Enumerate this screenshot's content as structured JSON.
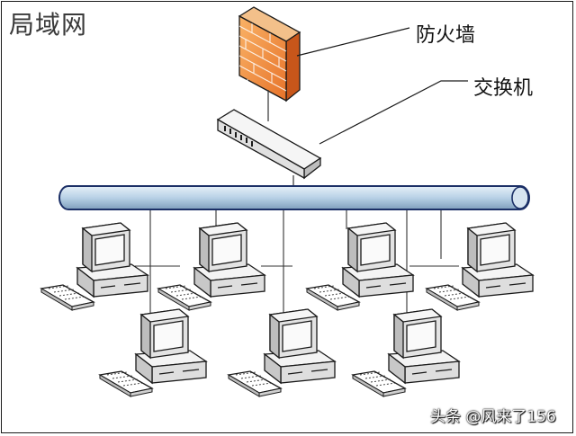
{
  "title": "局域网",
  "labels": {
    "firewall": "防火墙",
    "switch": "交换机"
  },
  "watermark": "头条 @风来了156",
  "colors": {
    "firewall_light": "#f7a24e",
    "firewall_dark": "#d2601a",
    "bus": "#b8d1e6",
    "bus_edge": "#1b2f66",
    "device": "#eeeeee",
    "outline": "#1a1a1a"
  },
  "icons": [
    "firewall-icon",
    "switch-icon",
    "computer-icon"
  ]
}
